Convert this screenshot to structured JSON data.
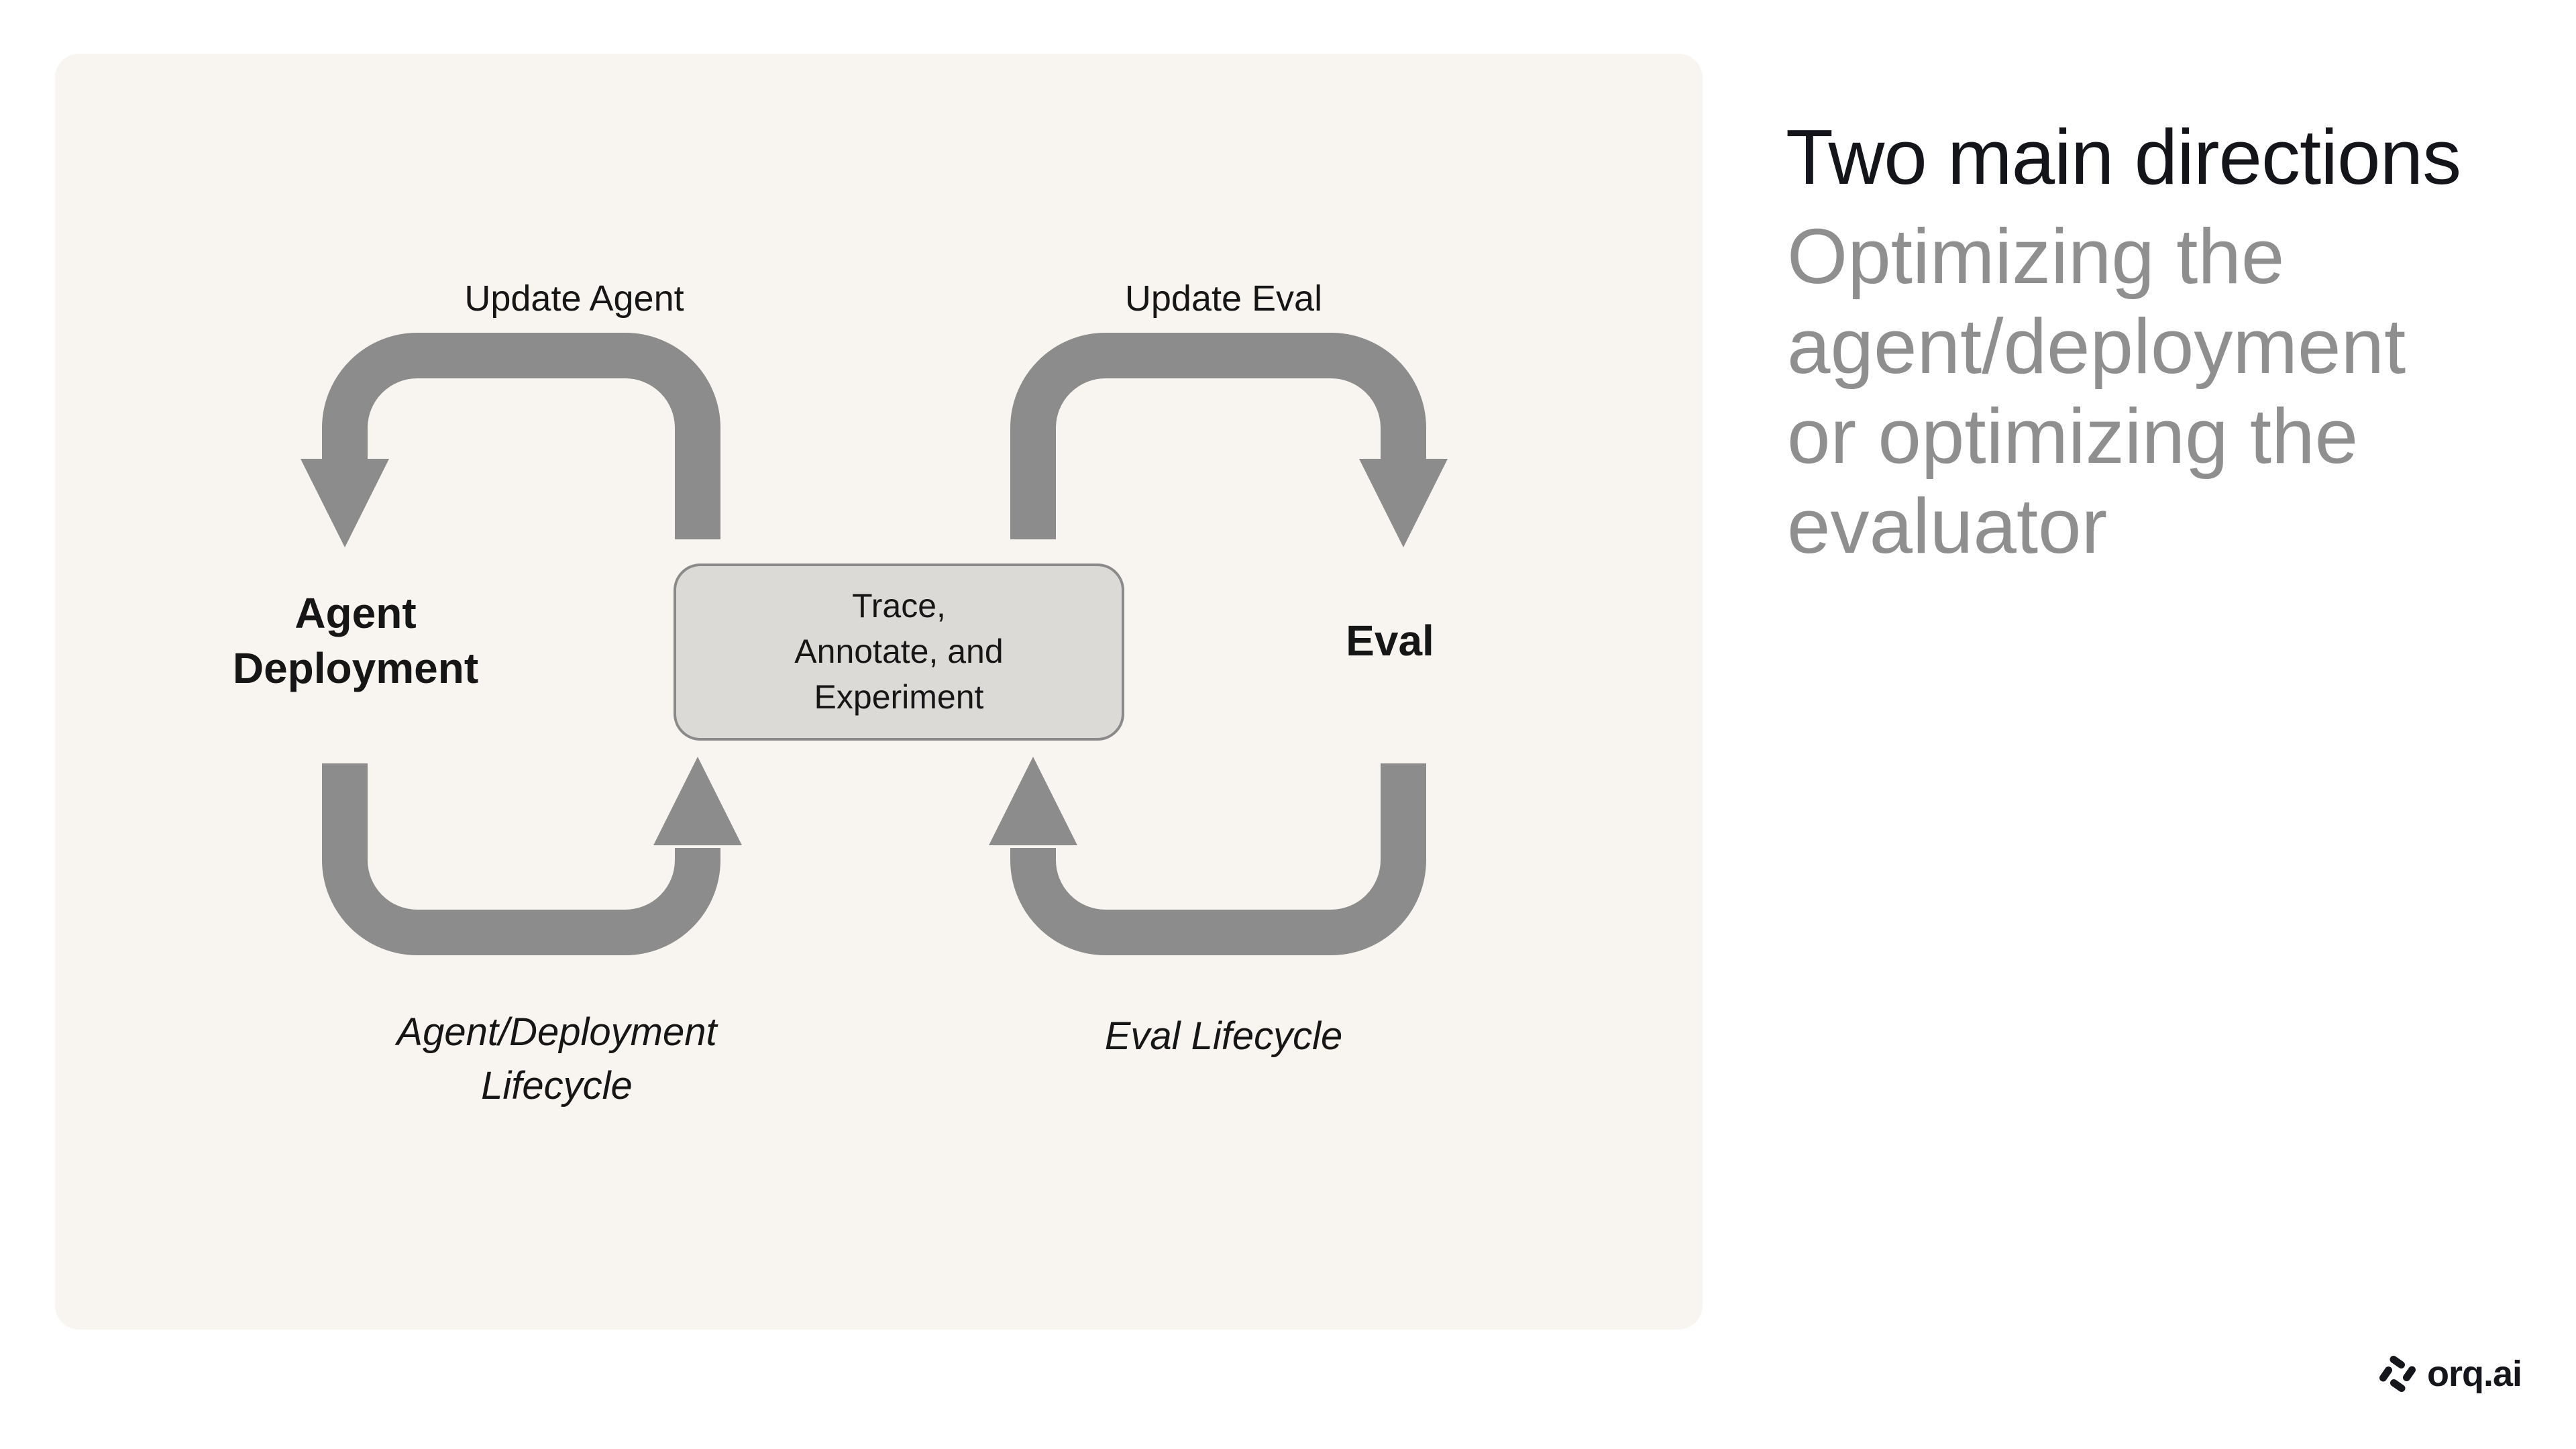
{
  "diagram_panel": {
    "update_agent_label": "Update Agent",
    "update_eval_label": "Update Eval",
    "agent_node_lines": [
      "Agent",
      "Deployment"
    ],
    "eval_node_label": "Eval",
    "center_box_lines": [
      "Trace,",
      "Annotate, and",
      "Experiment"
    ],
    "agent_lifecycle_lines": [
      "Agent/Deployment",
      "Lifecycle"
    ],
    "eval_lifecycle_label": "Eval Lifecycle"
  },
  "text_column": {
    "title": "Two main directions",
    "subtitle_lines": [
      "Optimizing the",
      "agent/deployment",
      "or optimizing the",
      "evaluator"
    ]
  },
  "footer": {
    "logo_text": "orq.ai"
  },
  "colors": {
    "page_bg": "#ffffff",
    "panel_bg": "#f8f4ef",
    "arrow_gray": "#8c8c8c",
    "box_fill": "#dcdad7",
    "box_border": "#8a8a8a",
    "diagram_text": "#161616",
    "title_text": "#14141b",
    "subtitle_text": "#8f8f8f",
    "logo_text": "#15151c"
  }
}
